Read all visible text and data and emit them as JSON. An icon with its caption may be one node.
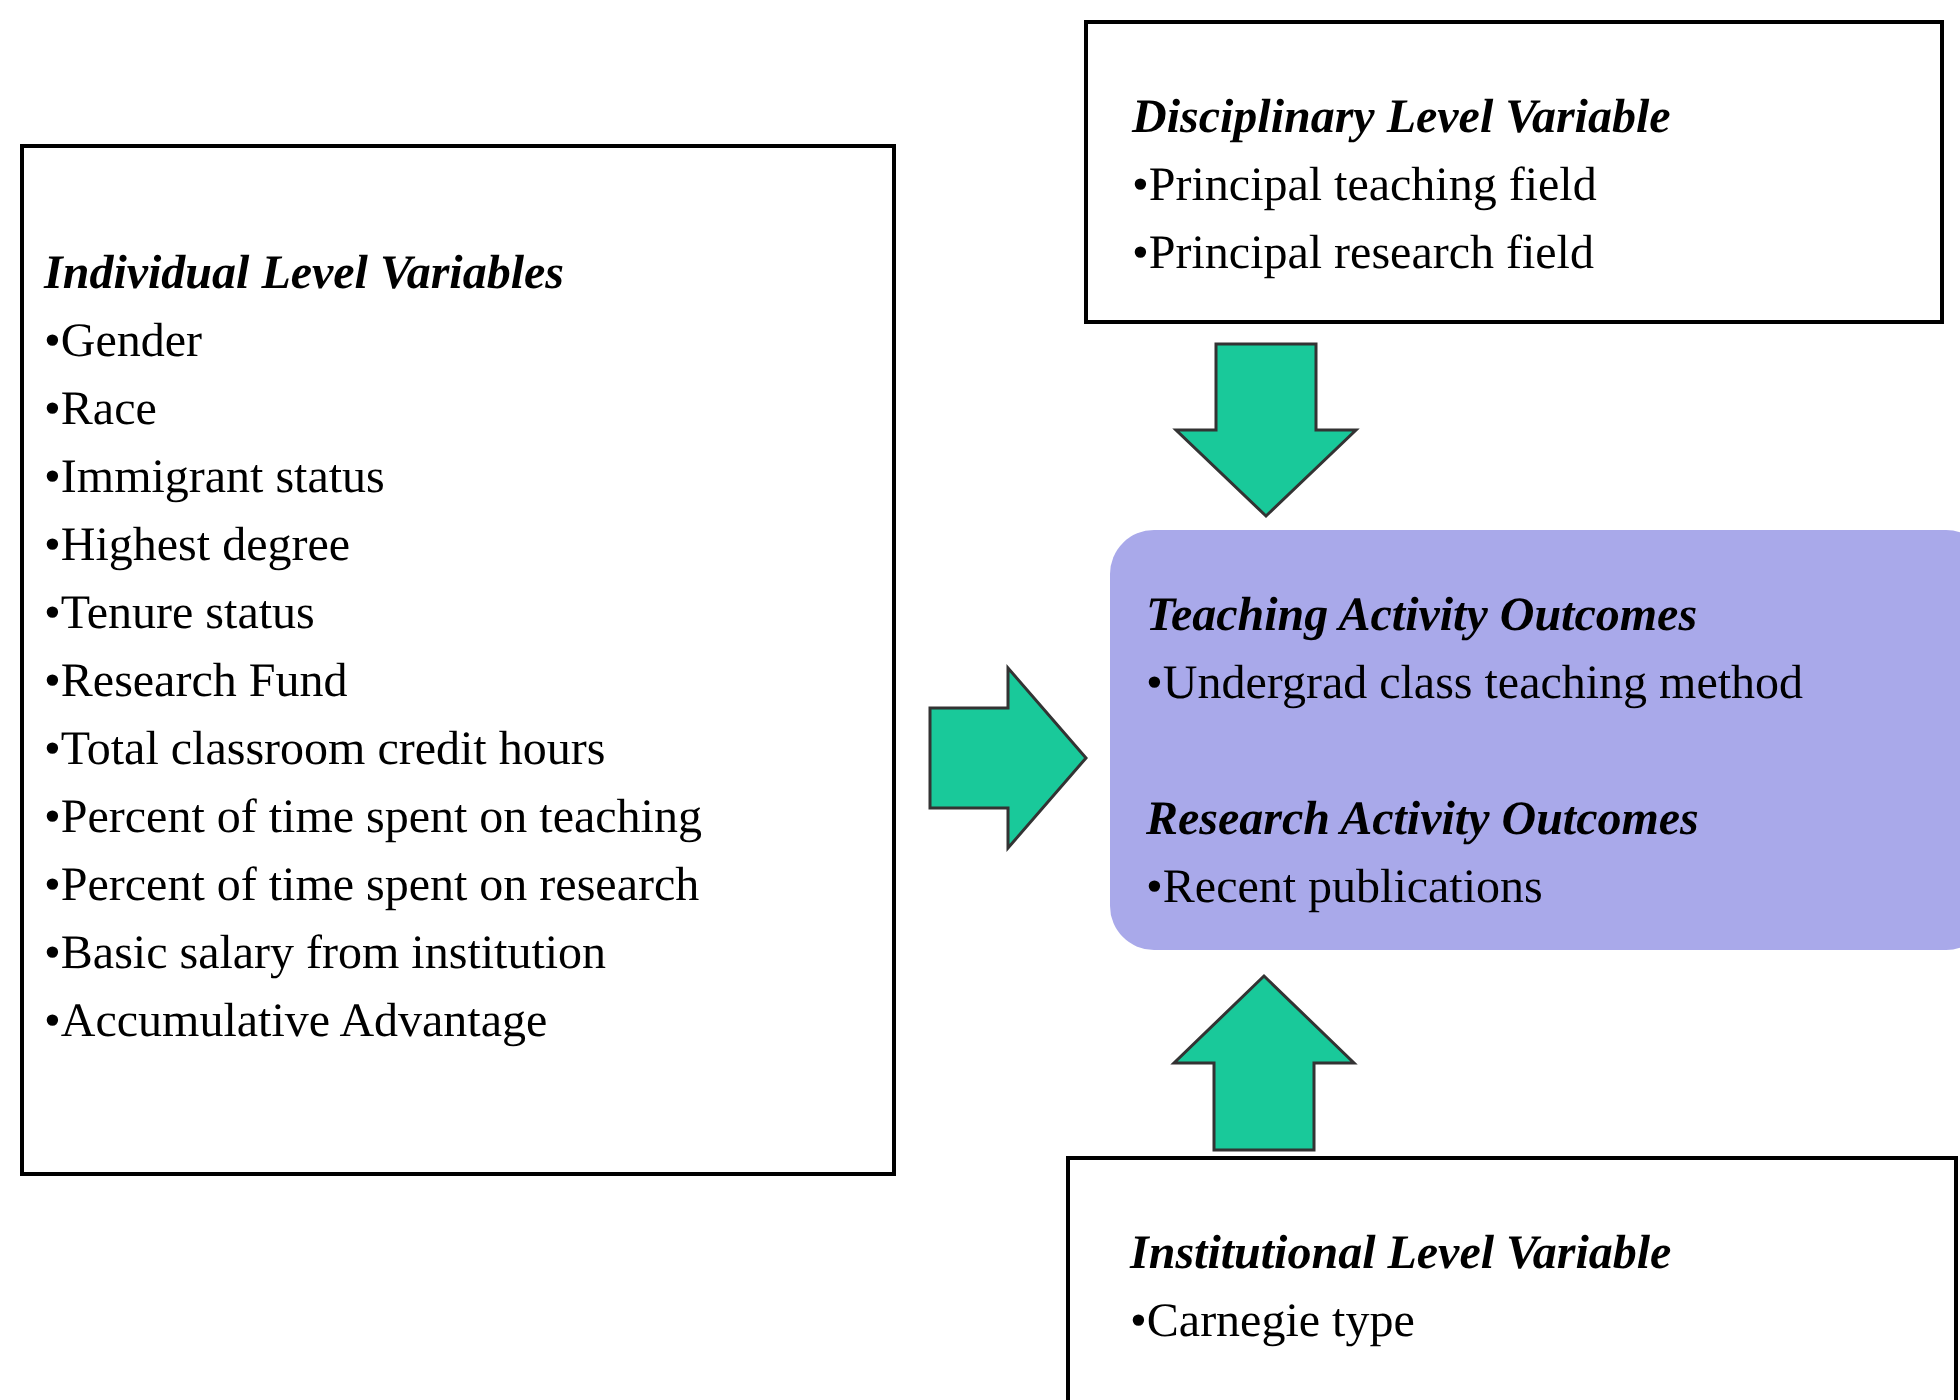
{
  "diagram": {
    "nodes": [
      {
        "text": [
          "Individual Level Variables",
          "•Gender",
          "•Race",
          "•Immigrant status",
          "•Highest degree",
          "•Tenure status",
          "•Research Fund",
          "•Total classroom credit hours",
          "•Percent of time spent on teaching",
          "•Percent of time spent on research",
          "•Basic salary from institution",
          "•Accumulative Advantage"
        ]
      },
      {
        "text": [
          "Disciplinary Level Variable",
          "•Principal teaching field",
          "•Principal research field"
        ]
      },
      {
        "text": [
          "Teaching Activity Outcomes",
          "•Undergrad class teaching method",
          "Research Activity Outcomes",
          "•Recent publications"
        ]
      },
      {
        "text": [
          "Institutional Level Variable",
          "•Carnegie type"
        ]
      }
    ],
    "edges": [
      {
        "from": 1,
        "to": 2,
        "arrow": "to"
      },
      {
        "from": 0,
        "to": 2,
        "arrow": "to"
      },
      {
        "from": 3,
        "to": 2,
        "arrow": "to"
      }
    ]
  }
}
